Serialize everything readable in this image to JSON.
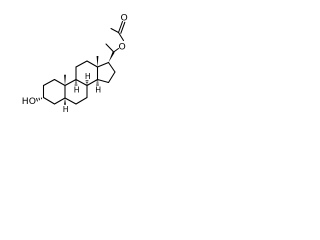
{
  "molecule": {
    "atom_labels": {
      "hydroxyl": "HO",
      "ester_oxygen": "O",
      "carbonyl_oxygen": "O",
      "h8": "H",
      "h9": "H",
      "h14": "H",
      "h5": "H"
    }
  }
}
